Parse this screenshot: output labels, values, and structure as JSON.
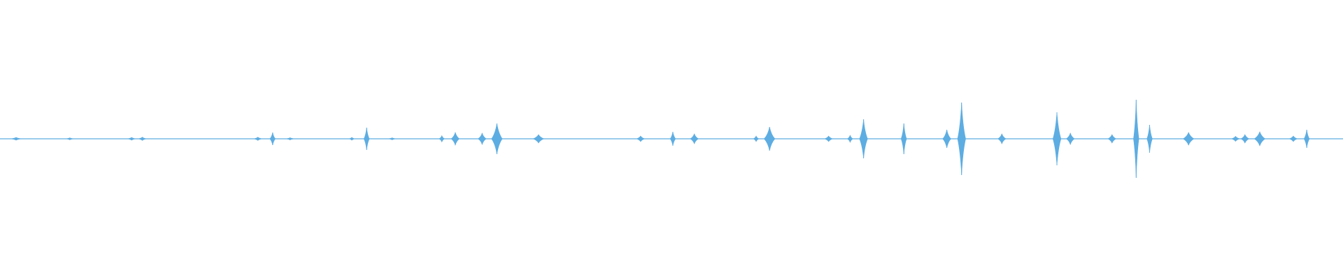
{
  "waveform": {
    "color": "#5dade2",
    "background": "#ffffff",
    "duration_units": 1,
    "bursts": [
      {
        "t": 0.012,
        "amp": 0.01,
        "width": 0.004
      },
      {
        "t": 0.052,
        "amp": 0.006,
        "width": 0.003
      },
      {
        "t": 0.098,
        "amp": 0.01,
        "width": 0.003
      },
      {
        "t": 0.106,
        "amp": 0.012,
        "width": 0.003
      },
      {
        "t": 0.192,
        "amp": 0.012,
        "width": 0.003
      },
      {
        "t": 0.203,
        "amp": 0.045,
        "width": 0.002
      },
      {
        "t": 0.216,
        "amp": 0.008,
        "width": 0.003
      },
      {
        "t": 0.262,
        "amp": 0.01,
        "width": 0.002
      },
      {
        "t": 0.273,
        "amp": 0.08,
        "width": 0.002
      },
      {
        "t": 0.292,
        "amp": 0.006,
        "width": 0.003
      },
      {
        "t": 0.329,
        "amp": 0.022,
        "width": 0.002
      },
      {
        "t": 0.339,
        "amp": 0.045,
        "width": 0.003
      },
      {
        "t": 0.359,
        "amp": 0.04,
        "width": 0.003
      },
      {
        "t": 0.37,
        "amp": 0.11,
        "width": 0.004
      },
      {
        "t": 0.401,
        "amp": 0.03,
        "width": 0.004
      },
      {
        "t": 0.477,
        "amp": 0.02,
        "width": 0.003
      },
      {
        "t": 0.501,
        "amp": 0.05,
        "width": 0.002
      },
      {
        "t": 0.517,
        "amp": 0.035,
        "width": 0.003
      },
      {
        "t": 0.563,
        "amp": 0.02,
        "width": 0.002
      },
      {
        "t": 0.573,
        "amp": 0.085,
        "width": 0.004
      },
      {
        "t": 0.617,
        "amp": 0.02,
        "width": 0.003
      },
      {
        "t": 0.633,
        "amp": 0.025,
        "width": 0.002
      },
      {
        "t": 0.643,
        "amp": 0.14,
        "width": 0.003
      },
      {
        "t": 0.673,
        "amp": 0.11,
        "width": 0.002
      },
      {
        "t": 0.705,
        "amp": 0.065,
        "width": 0.003
      },
      {
        "t": 0.716,
        "amp": 0.26,
        "width": 0.003
      },
      {
        "t": 0.746,
        "amp": 0.035,
        "width": 0.003
      },
      {
        "t": 0.787,
        "amp": 0.19,
        "width": 0.003
      },
      {
        "t": 0.797,
        "amp": 0.04,
        "width": 0.003
      },
      {
        "t": 0.828,
        "amp": 0.03,
        "width": 0.003
      },
      {
        "t": 0.846,
        "amp": 0.28,
        "width": 0.002
      },
      {
        "t": 0.856,
        "amp": 0.1,
        "width": 0.002
      },
      {
        "t": 0.885,
        "amp": 0.045,
        "width": 0.004
      },
      {
        "t": 0.92,
        "amp": 0.018,
        "width": 0.003
      },
      {
        "t": 0.927,
        "amp": 0.03,
        "width": 0.003
      },
      {
        "t": 0.938,
        "amp": 0.05,
        "width": 0.004
      },
      {
        "t": 0.963,
        "amp": 0.02,
        "width": 0.003
      },
      {
        "t": 0.973,
        "amp": 0.065,
        "width": 0.002
      }
    ]
  }
}
